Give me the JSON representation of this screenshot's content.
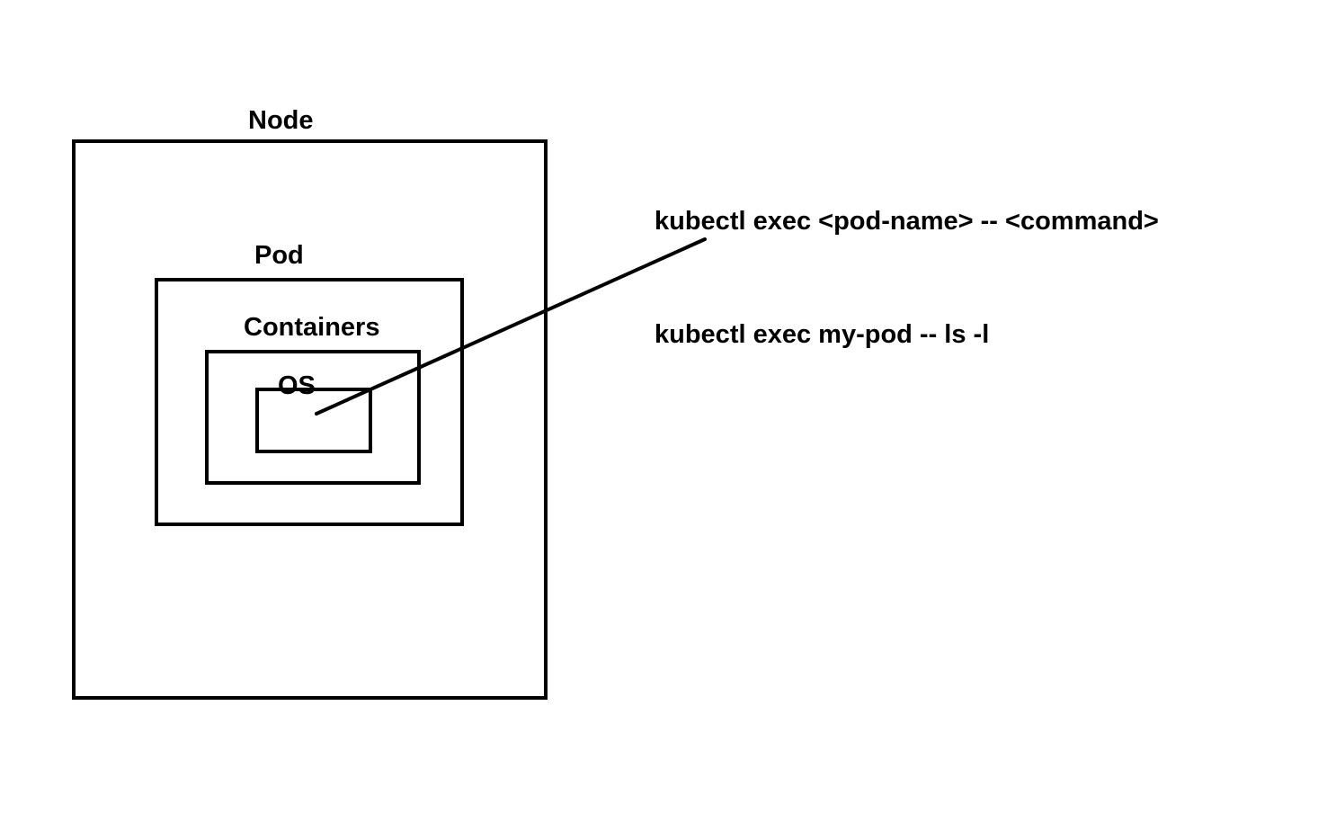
{
  "diagram": {
    "node_label": "Node",
    "pod_label": "Pod",
    "containers_label": "Containers",
    "os_label": "OS",
    "command_syntax": "kubectl exec <pod-name> -- <command>",
    "command_example": "kubectl exec my-pod -- ls -l"
  },
  "colors": {
    "stroke": "#000000",
    "background": "#ffffff"
  }
}
